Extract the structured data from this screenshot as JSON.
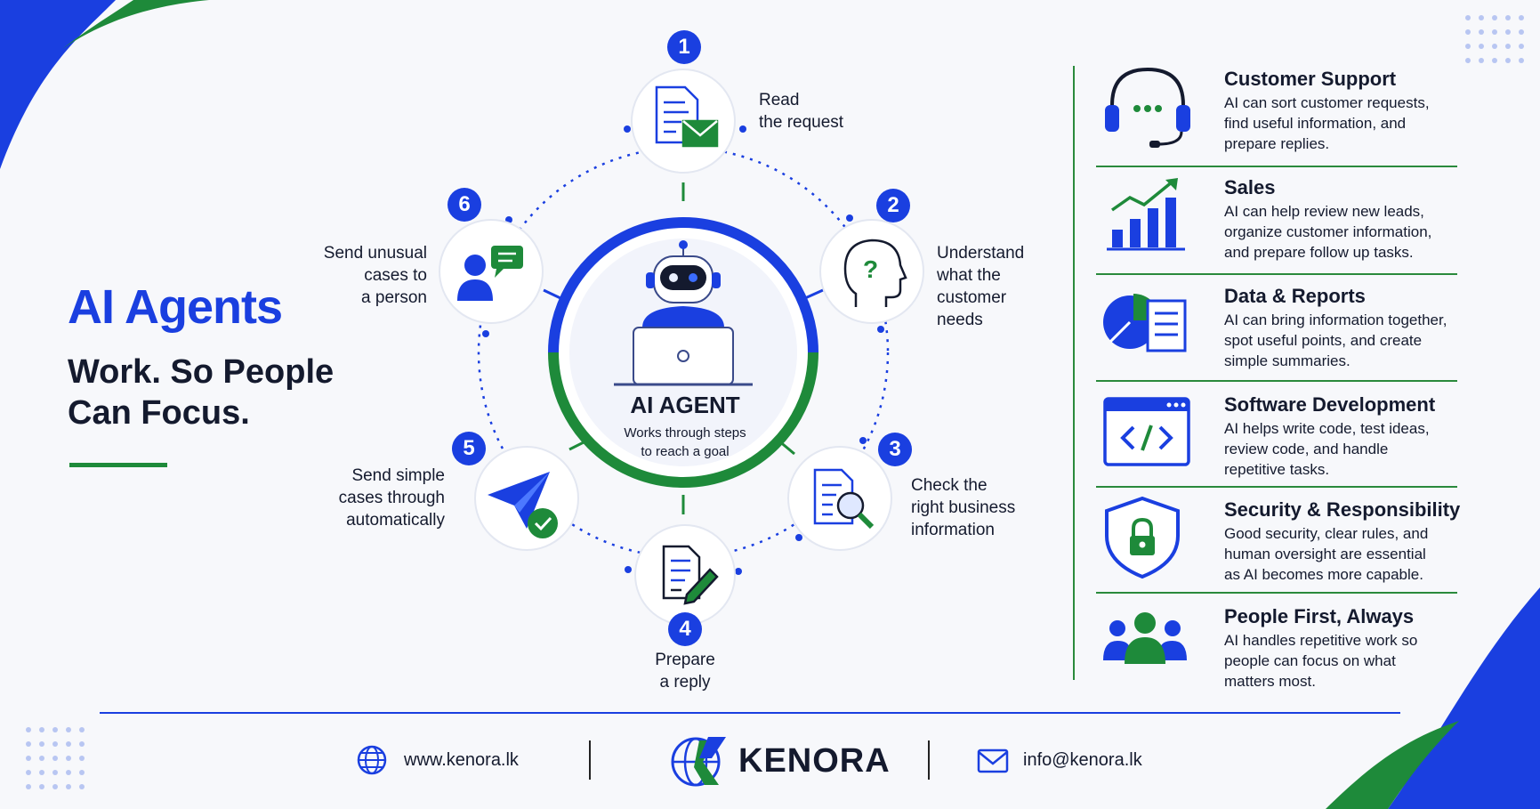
{
  "headline": {
    "line1": "AI Agents",
    "line2": "Work. So People",
    "line3": "Can Focus."
  },
  "agent": {
    "title": "AI AGENT",
    "subtitle": "Works through steps\nto reach a goal"
  },
  "steps": [
    {
      "number": "1",
      "label": "Read\nthe request",
      "icon": "document-mail-icon"
    },
    {
      "number": "2",
      "label": "Understand\nwhat the\ncustomer\nneeds",
      "icon": "head-question-icon"
    },
    {
      "number": "3",
      "label": "Check the\nright business\ninformation",
      "icon": "document-search-icon"
    },
    {
      "number": "4",
      "label": "Prepare\na reply",
      "icon": "document-pen-icon"
    },
    {
      "number": "5",
      "label": "Send simple\ncases through\nautomatically",
      "icon": "paper-plane-check-icon"
    },
    {
      "number": "6",
      "label": "Send unusual\ncases to\na person",
      "icon": "person-chat-icon"
    }
  ],
  "use_cases": [
    {
      "title": "Customer Support",
      "desc": "AI can sort customer requests,\nfind useful information, and\nprepare replies.",
      "icon": "headset-icon"
    },
    {
      "title": "Sales",
      "desc": "AI can help review new leads,\norganize customer information,\nand prepare follow up tasks.",
      "icon": "bar-chart-growth-icon"
    },
    {
      "title": "Data & Reports",
      "desc": "AI can bring information together,\nspot useful points, and create\nsimple summaries.",
      "icon": "pie-chart-report-icon"
    },
    {
      "title": "Software Development",
      "desc": "AI helps write code, test ideas,\nreview code, and handle\nrepetitive tasks.",
      "icon": "code-window-icon"
    },
    {
      "title": "Security & Responsibility",
      "desc": "Good security, clear rules, and\nhuman oversight are essential\nas AI becomes more capable.",
      "icon": "shield-lock-icon"
    },
    {
      "title": "People First, Always",
      "desc": "AI handles repetitive work so\npeople can focus on what\nmatters most.",
      "icon": "people-group-icon"
    }
  ],
  "footer": {
    "website": "www.kenora.lk",
    "brand": "KENORA",
    "email": "info@kenora.lk"
  },
  "colors": {
    "blue": "#1a3fe0",
    "green": "#1e8a3a",
    "dark": "#141a2e",
    "background": "#f7f8fb"
  }
}
